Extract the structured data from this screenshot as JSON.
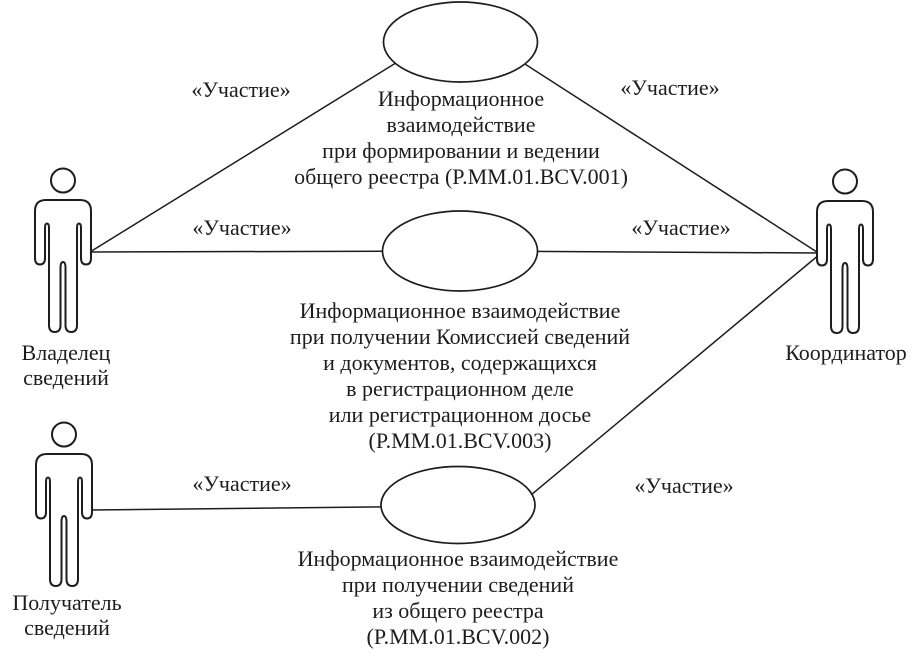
{
  "diagram": {
    "background": "#ffffff",
    "ink": "#1d1d1d",
    "association_label": "«Участие»",
    "actors": [
      {
        "name": "Владелец сведений",
        "label_lines": [
          "Владелец",
          "сведений"
        ]
      },
      {
        "name": "Получатель сведений",
        "label_lines": [
          "Получатель",
          "сведений"
        ]
      },
      {
        "name": "Координатор",
        "label_lines": [
          "Координатор"
        ]
      }
    ],
    "use_cases": [
      {
        "lines": [
          "Информационное",
          "взаимодействие",
          "при формировании и ведении",
          "общего реестра (P.MM.01.BCV.001)"
        ]
      },
      {
        "lines": [
          "Информационное взаимодействие",
          "при получении Комиссией сведений",
          "и документов, содержащихся",
          "в регистрационном деле",
          "или регистрационном досье",
          "(P.MM.01.BCV.003)"
        ]
      },
      {
        "lines": [
          "Информационное взаимодействие",
          "при получении сведений",
          "из общего реестра",
          "(P.MM.01.BCV.002)"
        ]
      }
    ]
  }
}
